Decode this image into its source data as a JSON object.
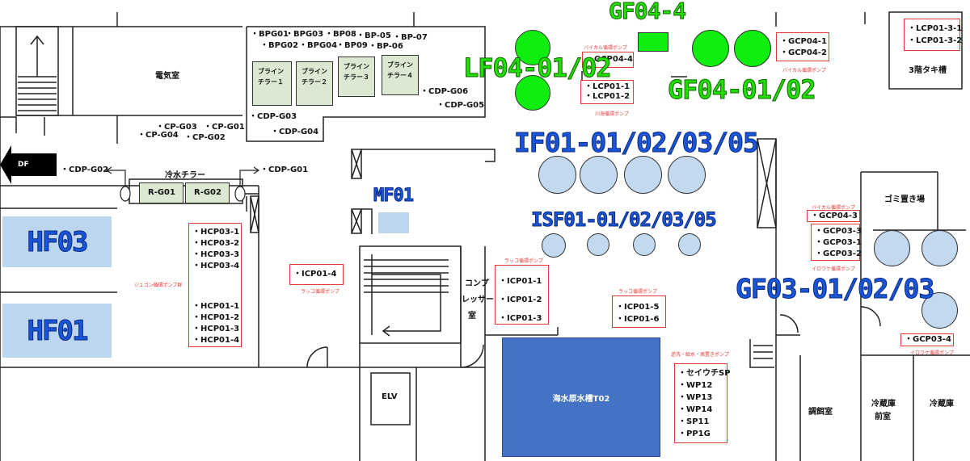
{
  "rooms": {
    "denki": "電気室",
    "komp_1": "コンプ",
    "komp_2": "レッサー",
    "komp_3": "室",
    "gomi": "ゴミ置き場",
    "elv": "ELV",
    "chouri": "調餌室",
    "reizo_front_1": "冷蔵庫",
    "reizo_front_2": "前室",
    "reizo": "冷蔵庫",
    "kaitaki": "3階タキ槽",
    "tank_t02": "海水原水槽T02",
    "reisui": "冷水チラー"
  },
  "exit": {
    "label": "DF"
  },
  "bp_labels": [
    "・BPG01",
    "・BPG03",
    "・BP08",
    "・BP-05",
    "・BP-07",
    "・BPG02",
    "・BPG04",
    "・BP09",
    "・BP-06"
  ],
  "cdp_labels": {
    "g06": "・CDP-G06",
    "g05": "・CDP-G05",
    "g03": "・CDP-G03",
    "g04": "・CDP-G04",
    "g02": "・CDP-G02",
    "g01": "・CDP-G01"
  },
  "cp_labels": {
    "g03": "・CP-G03",
    "g01": "・CP-G01",
    "g04": "・CP-G04",
    "g02": "・CP-G02"
  },
  "brine": [
    {
      "l1": "ブライン",
      "l2": "チラー１"
    },
    {
      "l1": "ブライン",
      "l2": "チラー２"
    },
    {
      "l1": "ブライン",
      "l2": "チラー３"
    },
    {
      "l1": "ブライン",
      "l2": "チラー４"
    }
  ],
  "rg": {
    "g01": "R-G01",
    "g02": "R-G02"
  },
  "pump_groups": {
    "hcp": {
      "caption": "ジュゴン循環ポンプ群",
      "items": [
        "・HCP03-1",
        "・HCP03-2",
        "・HCP03-3",
        "・HCP03-4",
        "",
        "・HCP01-1",
        "・HCP01-2",
        "・HCP01-3",
        "・HCP01-4"
      ]
    },
    "icp014": {
      "caption": "ラッコ循環ポンプ",
      "items": [
        "・ICP01-4"
      ]
    },
    "icp01": {
      "caption": "ラッコ循環ポンプ",
      "items": [
        "・ICP01-1",
        "・ICP01-2",
        "・ICP01-3"
      ]
    },
    "icp56": {
      "caption": "ラッコ循環ポンプ",
      "items": [
        "・ICP01-5",
        "・ICP01-6"
      ]
    },
    "gcp044": {
      "caption": "バイカル循環ポンプ",
      "items": [
        "・GCP04-4"
      ]
    },
    "lcp01": {
      "caption": "川海循環ポンプ",
      "items": [
        "・LCP01-1",
        "・LCP01-2"
      ]
    },
    "gcp04": {
      "caption": "バイカル循環ポンプ",
      "items": [
        "・GCP04-1",
        "・GCP04-2"
      ]
    },
    "lcp013": {
      "items": [
        "・LCP01-3-1",
        "・LCP01-3-2"
      ]
    },
    "gcp043": {
      "caption": "バイカル循環ポンプ",
      "items": [
        "・GCP04-3"
      ]
    },
    "gcp03": {
      "caption": "イロワケ循環ポンプ",
      "items": [
        "・GCP03-3",
        "・GCP03-1",
        "・GCP03-2"
      ]
    },
    "gcp034": {
      "caption": "イロワケ循環ポンプ",
      "items": [
        "・GCP03-4"
      ]
    },
    "sp": {
      "caption": "逆洗・給水・高置きポンプ",
      "items": [
        "・セイウチSP",
        "・WP12",
        "・WP13",
        "・WP14",
        "・SP11",
        "・PP1G"
      ]
    }
  },
  "tank_labels": {
    "gf04_4": "GF04-4",
    "lf04": "LF04-01/02",
    "gf04_0102": "GF04-01/02",
    "if01": "IF01-01/02/03/05",
    "mf01": "MF01",
    "isf01": "ISF01-01/02/03/05",
    "gf03": "GF03-01/02/03",
    "hf03": "HF03",
    "hf01": "HF01"
  },
  "colors": {
    "accent_red": "#e53935",
    "tank_blue": "#c3d9f0",
    "tank_green": "#10ee10",
    "chiller_green": "#dbe9d2",
    "pool_blue": "#4472c4"
  }
}
